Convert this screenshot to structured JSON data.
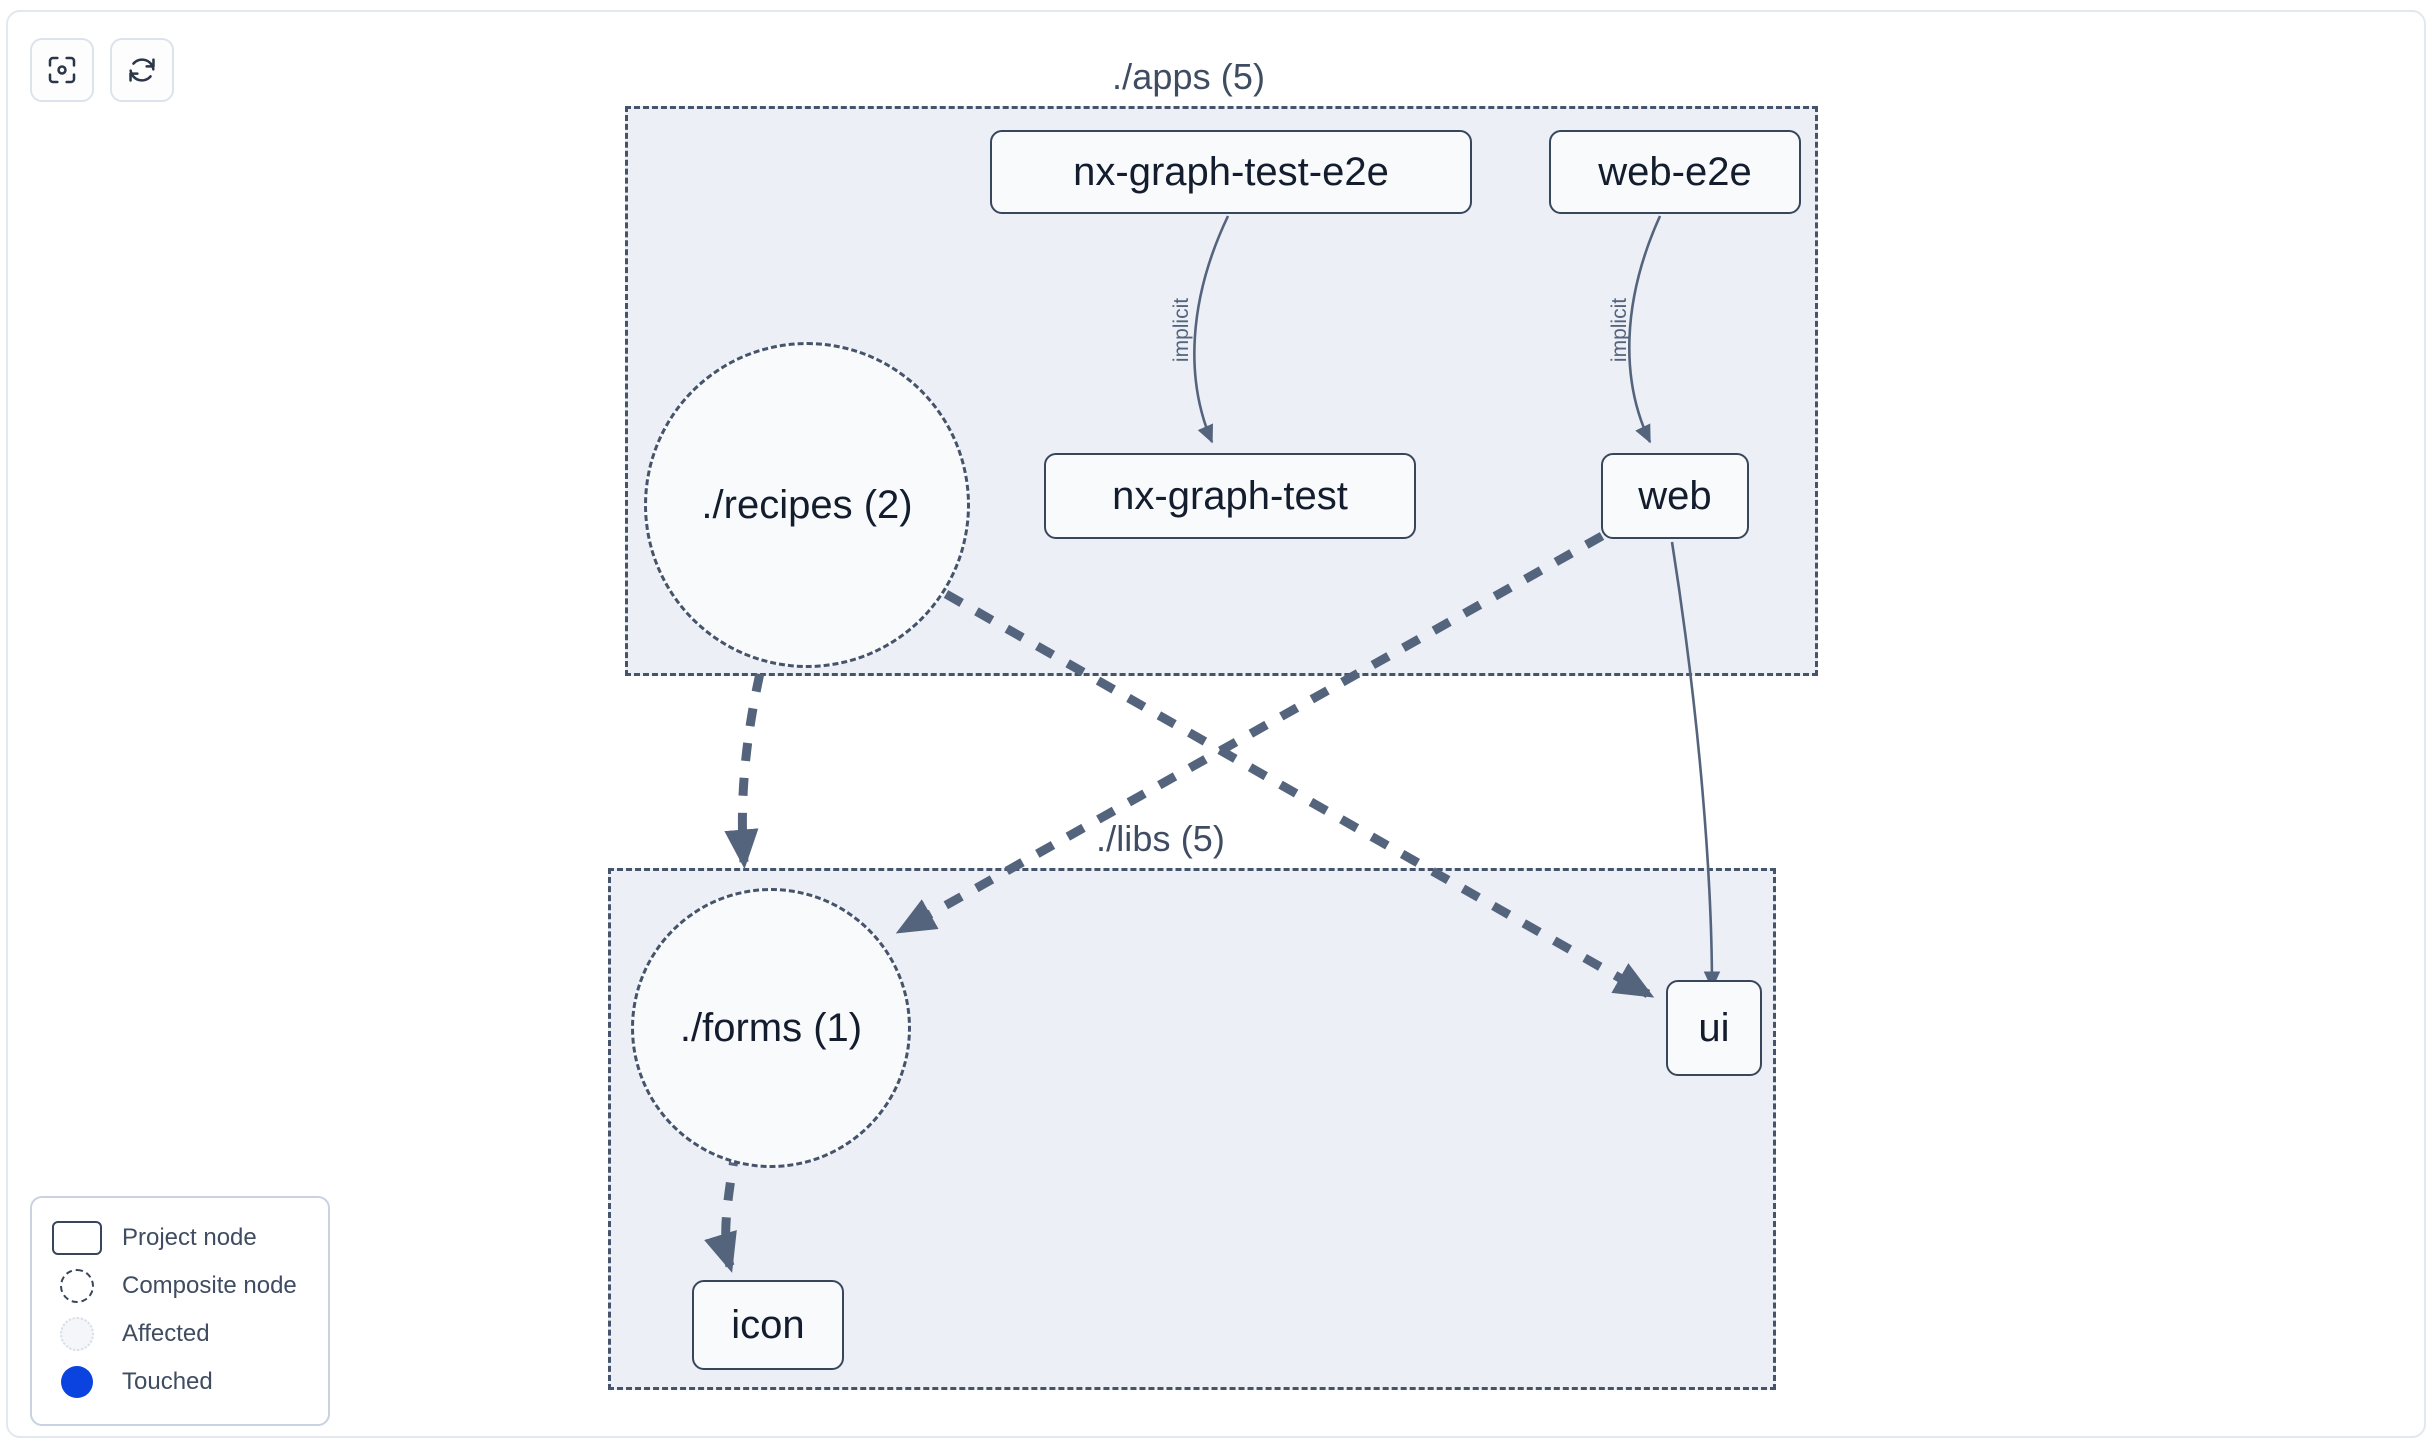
{
  "toolbar": {
    "buttons": [
      {
        "name": "focus-graph-button",
        "icon": "focus-target-icon",
        "label": ""
      },
      {
        "name": "refresh-graph-button",
        "icon": "refresh-icon",
        "label": ""
      }
    ]
  },
  "graph": {
    "groups": [
      {
        "id": "apps",
        "label": "./apps (5)"
      },
      {
        "id": "libs",
        "label": "./libs (5)"
      }
    ],
    "nodes": [
      {
        "id": "nx-graph-test-e2e",
        "label": "nx-graph-test-e2e",
        "type": "project",
        "group": "apps"
      },
      {
        "id": "web-e2e",
        "label": "web-e2e",
        "type": "project",
        "group": "apps"
      },
      {
        "id": "nx-graph-test",
        "label": "nx-graph-test",
        "type": "project",
        "group": "apps"
      },
      {
        "id": "web",
        "label": "web",
        "type": "project",
        "group": "apps"
      },
      {
        "id": "recipes",
        "label": "./recipes (2)",
        "type": "composite",
        "group": "apps"
      },
      {
        "id": "forms",
        "label": "./forms (1)",
        "type": "composite",
        "group": "libs"
      },
      {
        "id": "ui",
        "label": "ui",
        "type": "project",
        "group": "libs"
      },
      {
        "id": "icon",
        "label": "icon",
        "type": "project",
        "group": "libs"
      }
    ],
    "edges": [
      {
        "from": "nx-graph-test-e2e",
        "to": "nx-graph-test",
        "label": "implicit",
        "style": "solid"
      },
      {
        "from": "web-e2e",
        "to": "web",
        "label": "implicit",
        "style": "solid"
      },
      {
        "from": "web",
        "to": "ui",
        "label": "",
        "style": "solid"
      },
      {
        "from": "recipes",
        "to": "forms",
        "label": "",
        "style": "dashed"
      },
      {
        "from": "recipes",
        "to": "ui",
        "label": "",
        "style": "dashed"
      },
      {
        "from": "web",
        "to": "forms",
        "label": "",
        "style": "dashed"
      },
      {
        "from": "forms",
        "to": "icon",
        "label": "",
        "style": "dashed"
      }
    ]
  },
  "legend": {
    "items": [
      {
        "swatch": "project-node-swatch",
        "label": "Project node"
      },
      {
        "swatch": "composite-node-swatch",
        "label": "Composite node"
      },
      {
        "swatch": "affected-swatch",
        "label": "Affected"
      },
      {
        "swatch": "touched-swatch",
        "label": "Touched"
      }
    ]
  },
  "colors": {
    "group_fill": "#ecf0f6",
    "group_border": "#46546b",
    "node_fill": "#f8fafc",
    "node_border": "#38465c",
    "edge": "#55647d",
    "touched": "#0b43e0",
    "text": "#131d2e"
  }
}
